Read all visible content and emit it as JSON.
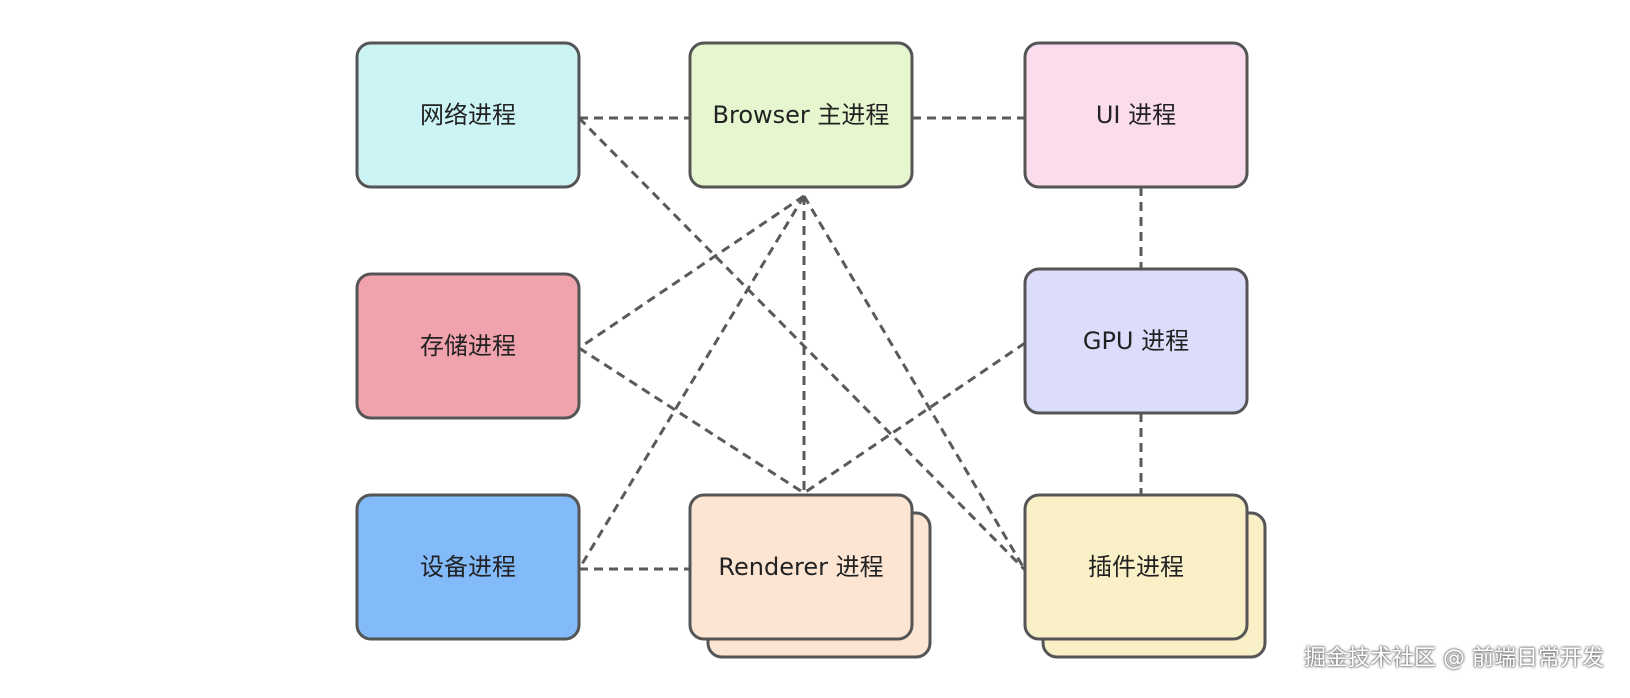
{
  "diagram": {
    "nodes": [
      {
        "id": "network",
        "label": "网络进程",
        "fill": "#cdf4f4"
      },
      {
        "id": "browser",
        "label": "Browser 主进程",
        "fill": "#e6f6cf"
      },
      {
        "id": "ui",
        "label": "UI 进程",
        "fill": "#fbdcec"
      },
      {
        "id": "storage",
        "label": "存储进程",
        "fill": "#f0a3ad"
      },
      {
        "id": "gpu",
        "label": "GPU 进程",
        "fill": "#dcdcfb"
      },
      {
        "id": "device",
        "label": "设备进程",
        "fill": "#82bafa"
      },
      {
        "id": "renderer",
        "label": "Renderer 进程",
        "fill": "#fde5d3"
      },
      {
        "id": "plugin",
        "label": "插件进程",
        "fill": "#f9f0c8"
      }
    ],
    "edges": [
      {
        "from": "network",
        "to": "browser"
      },
      {
        "from": "browser",
        "to": "ui"
      },
      {
        "from": "ui",
        "to": "gpu"
      },
      {
        "from": "gpu",
        "to": "plugin"
      },
      {
        "from": "network",
        "to": "plugin"
      },
      {
        "from": "browser",
        "to": "storage"
      },
      {
        "from": "browser",
        "to": "device"
      },
      {
        "from": "browser",
        "to": "renderer"
      },
      {
        "from": "browser",
        "to": "plugin"
      },
      {
        "from": "storage",
        "to": "renderer"
      },
      {
        "from": "gpu",
        "to": "renderer"
      },
      {
        "from": "device",
        "to": "renderer"
      }
    ]
  },
  "watermark": "掘金技术社区 @ 前端日常开发"
}
